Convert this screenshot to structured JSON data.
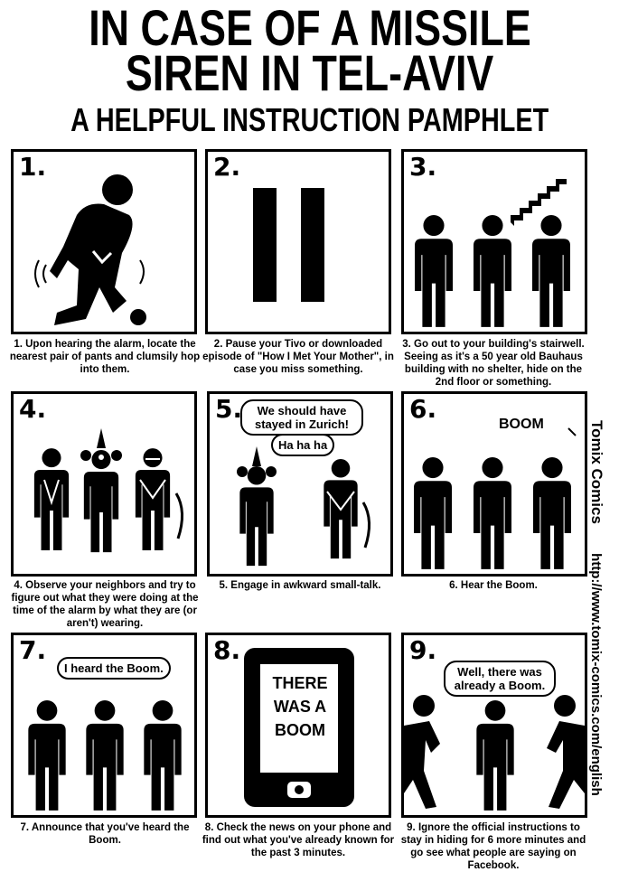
{
  "title": {
    "line1": "IN CASE OF A MISSILE",
    "line2": "SIREN IN TEL-AVIV",
    "subtitle": "A HELPFUL INSTRUCTION PAMPHLET"
  },
  "side": {
    "brand": "Tomix Comics",
    "url": "http://www.tomix-comics.com/english"
  },
  "panels": [
    {
      "number": "1.",
      "caption": "1. Upon hearing the alarm, locate the nearest pair of pants and clumsily hop into them."
    },
    {
      "number": "2.",
      "caption": "2. Pause your Tivo or downloaded episode of \"How I Met Your Mother\", in case you miss something."
    },
    {
      "number": "3.",
      "caption": "3. Go out to your building's stairwell. Seeing as it's a 50 year old Bauhaus building with no shelter, hide on the 2nd floor or something."
    },
    {
      "number": "4.",
      "caption": "4. Observe your neighbors and try to figure out what they were doing at the time of the alarm by what they are (or aren't) wearing."
    },
    {
      "number": "5.",
      "caption": "5. Engage in awkward small-talk.",
      "bubble1": "We should have stayed in Zurich!",
      "bubble2": "Ha ha ha"
    },
    {
      "number": "6.",
      "caption": "6. Hear the Boom.",
      "sound": "BOOM"
    },
    {
      "number": "7.",
      "caption": "7. Announce that you've heard the Boom.",
      "bubble": "I heard the Boom."
    },
    {
      "number": "8.",
      "caption": "8. Check the news on your phone and find out what you've already known for the past 3 minutes.",
      "screen_text": "THERE WAS A BOOM"
    },
    {
      "number": "9.",
      "caption": "9. Ignore the official instructions to stay in hiding for 6 more minutes and go see what people are saying on Facebook.",
      "bubble": "Well, there was already a Boom."
    }
  ]
}
